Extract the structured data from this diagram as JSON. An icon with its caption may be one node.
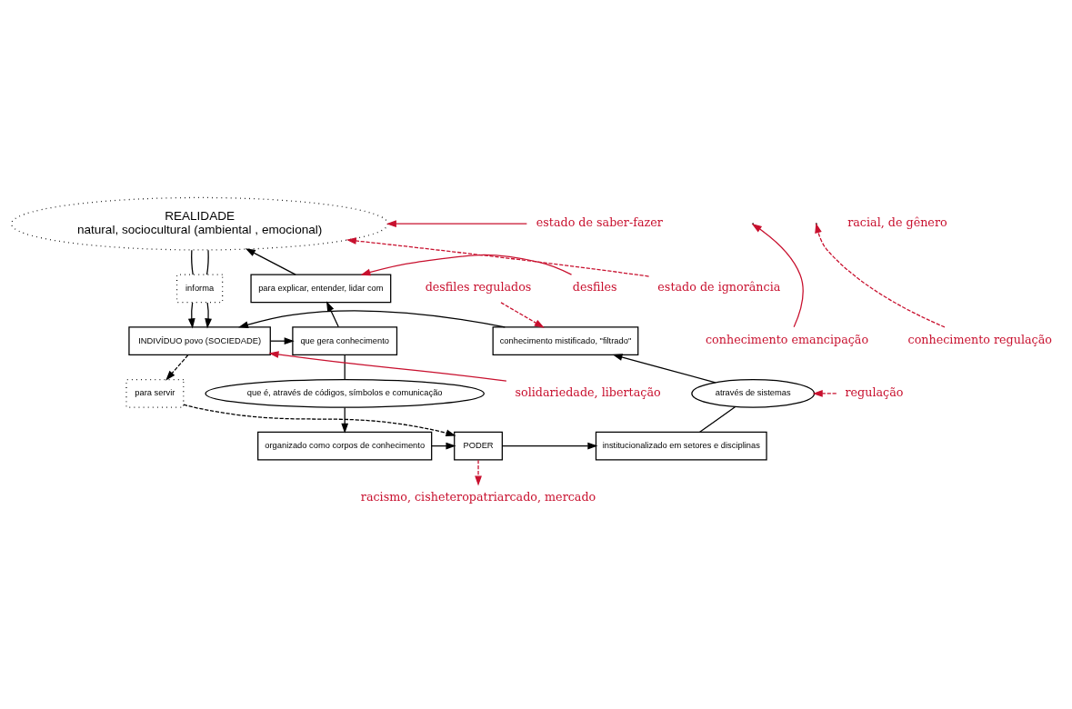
{
  "diagram": {
    "nodes": [
      {
        "text": [
          "REALIDADE",
          "natural, sociocultural (ambiental , emocional)"
        ]
      },
      {
        "text": [
          "informa"
        ]
      },
      {
        "text": [
          "INDIVÍDUO povo (SOCIEDADE)"
        ]
      },
      {
        "text": [
          "para explicar, entender, lidar com"
        ]
      },
      {
        "text": [
          "que gera conhecimento"
        ]
      },
      {
        "text": [
          "que é, através de códigos, símbolos e comunicação"
        ]
      },
      {
        "text": [
          "organizado como corpos de conhecimento"
        ]
      },
      {
        "text": [
          "para servir"
        ]
      },
      {
        "text": [
          "PODER"
        ]
      },
      {
        "text": [
          "institucionalizado em setores e disciplinas"
        ]
      },
      {
        "text": [
          "através de sistemas"
        ]
      },
      {
        "text": [
          "conhecimento mistificado, \"filtrado\""
        ]
      },
      {
        "text": [
          "estado de saber-fazer"
        ]
      },
      {
        "text": [
          "estado de ignorância"
        ]
      },
      {
        "text": [
          "desfiles"
        ]
      },
      {
        "text": [
          "conhecimento emancipação"
        ]
      },
      {
        "text": [
          "desfiles regulados"
        ]
      },
      {
        "text": [
          "conhecimento regulação"
        ]
      },
      {
        "text": [
          "solidariedade, libertação"
        ]
      },
      {
        "text": [
          "regulação"
        ]
      },
      {
        "text": [
          "racismo, cisheteropatriarcado, mercado"
        ]
      }
    ],
    "edges": [
      {
        "from": 0,
        "to": 1,
        "arrow": "none"
      },
      {
        "from": 0,
        "to": 1,
        "arrow": "none"
      },
      {
        "from": 1,
        "to": 2,
        "arrow": "to"
      },
      {
        "from": 1,
        "to": 2,
        "arrow": "to"
      },
      {
        "from": 3,
        "to": 0,
        "arrow": "to"
      },
      {
        "from": 4,
        "to": 3,
        "arrow": "to"
      },
      {
        "from": 2,
        "to": 4,
        "arrow": "to"
      },
      {
        "from": 11,
        "to": 2,
        "arrow": "to"
      },
      {
        "from": 4,
        "to": 5,
        "arrow": "none"
      },
      {
        "from": 5,
        "to": 6,
        "arrow": "to"
      },
      {
        "from": 6,
        "to": 8,
        "arrow": "to"
      },
      {
        "from": 2,
        "to": 7,
        "arrow": "to",
        "style": "dashed"
      },
      {
        "from": 7,
        "to": 8,
        "arrow": "to",
        "style": "dashed"
      },
      {
        "from": 8,
        "to": 9,
        "arrow": "to"
      },
      {
        "from": 9,
        "to": 10,
        "arrow": "none"
      },
      {
        "from": 10,
        "to": 11,
        "arrow": "to"
      },
      {
        "from": 12,
        "to": 0,
        "arrow": "to",
        "color": "#c8102e"
      },
      {
        "from": 13,
        "to": 0,
        "arrow": "to",
        "style": "dashed",
        "color": "#c8102e"
      },
      {
        "from": 14,
        "to": 3,
        "arrow": "to",
        "color": "#c8102e"
      },
      {
        "from": 15,
        "to": null,
        "arrow": "to",
        "color": "#c8102e"
      },
      {
        "from": 16,
        "to": 11,
        "arrow": "to",
        "style": "dashed",
        "color": "#c8102e"
      },
      {
        "from": 17,
        "to": null,
        "arrow": "to",
        "style": "dashed",
        "color": "#c8102e"
      },
      {
        "from": 18,
        "to": 2,
        "arrow": "to",
        "color": "#c8102e"
      },
      {
        "from": 19,
        "to": 10,
        "arrow": "to",
        "style": "dashed",
        "color": "#c8102e"
      },
      {
        "from": 8,
        "to": 20,
        "arrow": "to",
        "style": "dashed",
        "color": "#c8102e"
      }
    ],
    "labels": [
      "racial, de gênero"
    ]
  }
}
